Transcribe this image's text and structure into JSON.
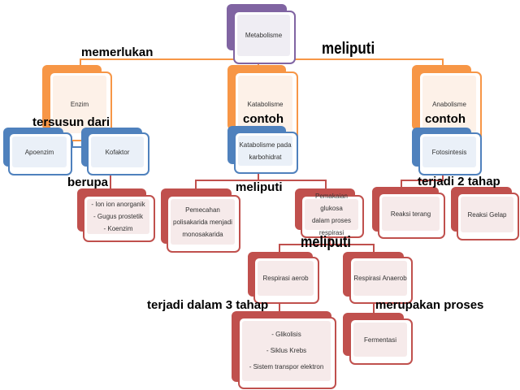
{
  "colors": {
    "purple": "#8064a2",
    "orange": "#f79646",
    "blue": "#4f81bd",
    "red": "#c0504d"
  },
  "nodes": {
    "metabolisme": [
      "Metabolisme"
    ],
    "enzim": [
      "Enzim"
    ],
    "katabolisme": [
      "Katabolisme"
    ],
    "anabolisme": [
      "Anabolisme"
    ],
    "apoenzim": [
      "Apoenzim"
    ],
    "kofaktor": [
      "Kofaktor"
    ],
    "katabolisme_karbohidrat": [
      "Katabolisme pada",
      "karbohidrat"
    ],
    "fotosintesis": [
      "Fotosintesis"
    ],
    "kofaktor_jenis": [
      "- Ion ion anorganik",
      "- Gugus prostetik",
      "- Koenzim"
    ],
    "pemecahan": [
      "Pemecahan",
      "polisakarida menjadi",
      "monosakarida"
    ],
    "pemakaian": [
      "Pemakaian glukosa",
      "dalam proses",
      "respirasi"
    ],
    "reaksi_terang": [
      "Reaksi terang"
    ],
    "reaksi_gelap": [
      "Reaksi Gelap"
    ],
    "respirasi_aerob": [
      "Respirasi aerob"
    ],
    "respirasi_anaerob": [
      "Respirasi Anaerob"
    ],
    "tahap_aerob": [
      "- Glikolisis",
      "- Siklus Krebs",
      "- Sistem transpor elektron"
    ],
    "fermentasi": [
      "Fermentasi"
    ]
  },
  "labels": {
    "memerlukan": "memerlukan",
    "meliputi_top": "meliputi",
    "tersusun_dari": "tersusun dari",
    "contoh_kat": "contoh",
    "contoh_ana": "contoh",
    "berupa": "berupa",
    "meliputi_kat": "meliputi",
    "terjadi_2_tahap": "terjadi 2 tahap",
    "meliputi_resp": "meliputi",
    "terjadi_3_tahap": "terjadi dalam 3 tahap",
    "merupakan_proses": "merupakan proses"
  }
}
